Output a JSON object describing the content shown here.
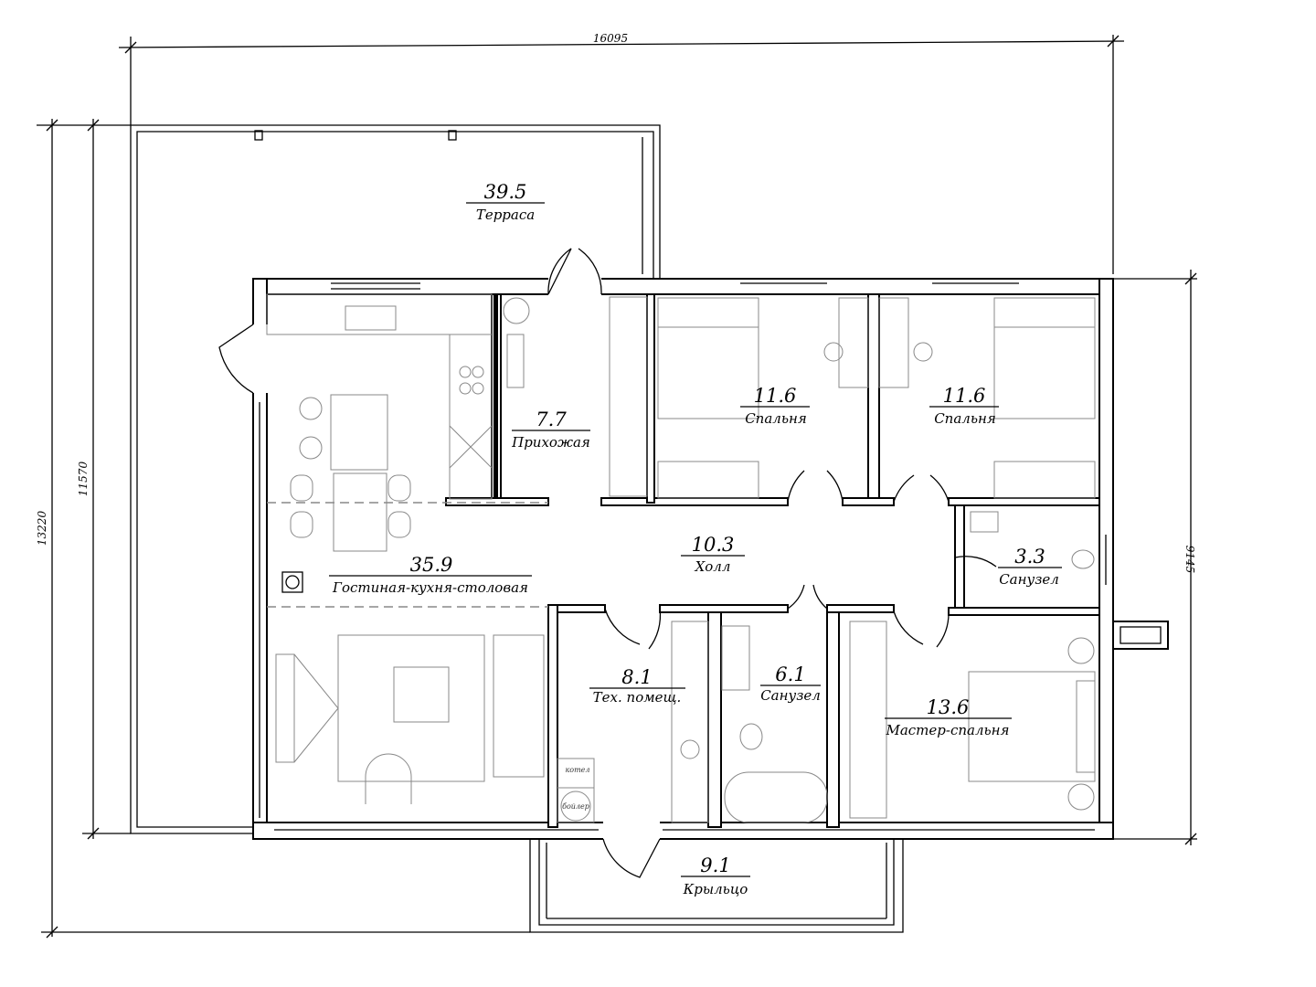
{
  "dimensions": {
    "overall_width": "16095",
    "overall_depth": "13220",
    "house_depth_left": "11570",
    "house_depth_right": "9145"
  },
  "rooms": [
    {
      "id": "terrace",
      "area": "39.5",
      "name": "Терраса"
    },
    {
      "id": "hallway",
      "area": "7.7",
      "name": "Прихожая"
    },
    {
      "id": "bedroom-1",
      "area": "11.6",
      "name": "Спальня"
    },
    {
      "id": "bedroom-2",
      "area": "11.6",
      "name": "Спальня"
    },
    {
      "id": "hall",
      "area": "10.3",
      "name": "Холл"
    },
    {
      "id": "living-kitchen-dining",
      "area": "35.9",
      "name": "Гостиная-кухня-столовая"
    },
    {
      "id": "bathroom-small",
      "area": "3.3",
      "name": "Санузел"
    },
    {
      "id": "utility",
      "area": "8.1",
      "name": "Тех. помещ."
    },
    {
      "id": "bathroom",
      "area": "6.1",
      "name": "Санузел"
    },
    {
      "id": "master-bedroom",
      "area": "13.6",
      "name": "Мастер-спальня"
    },
    {
      "id": "porch",
      "area": "9.1",
      "name": "Крыльцо"
    }
  ],
  "equipment_labels": {
    "boiler_gas": "котел",
    "water_heater": "бойлер"
  }
}
